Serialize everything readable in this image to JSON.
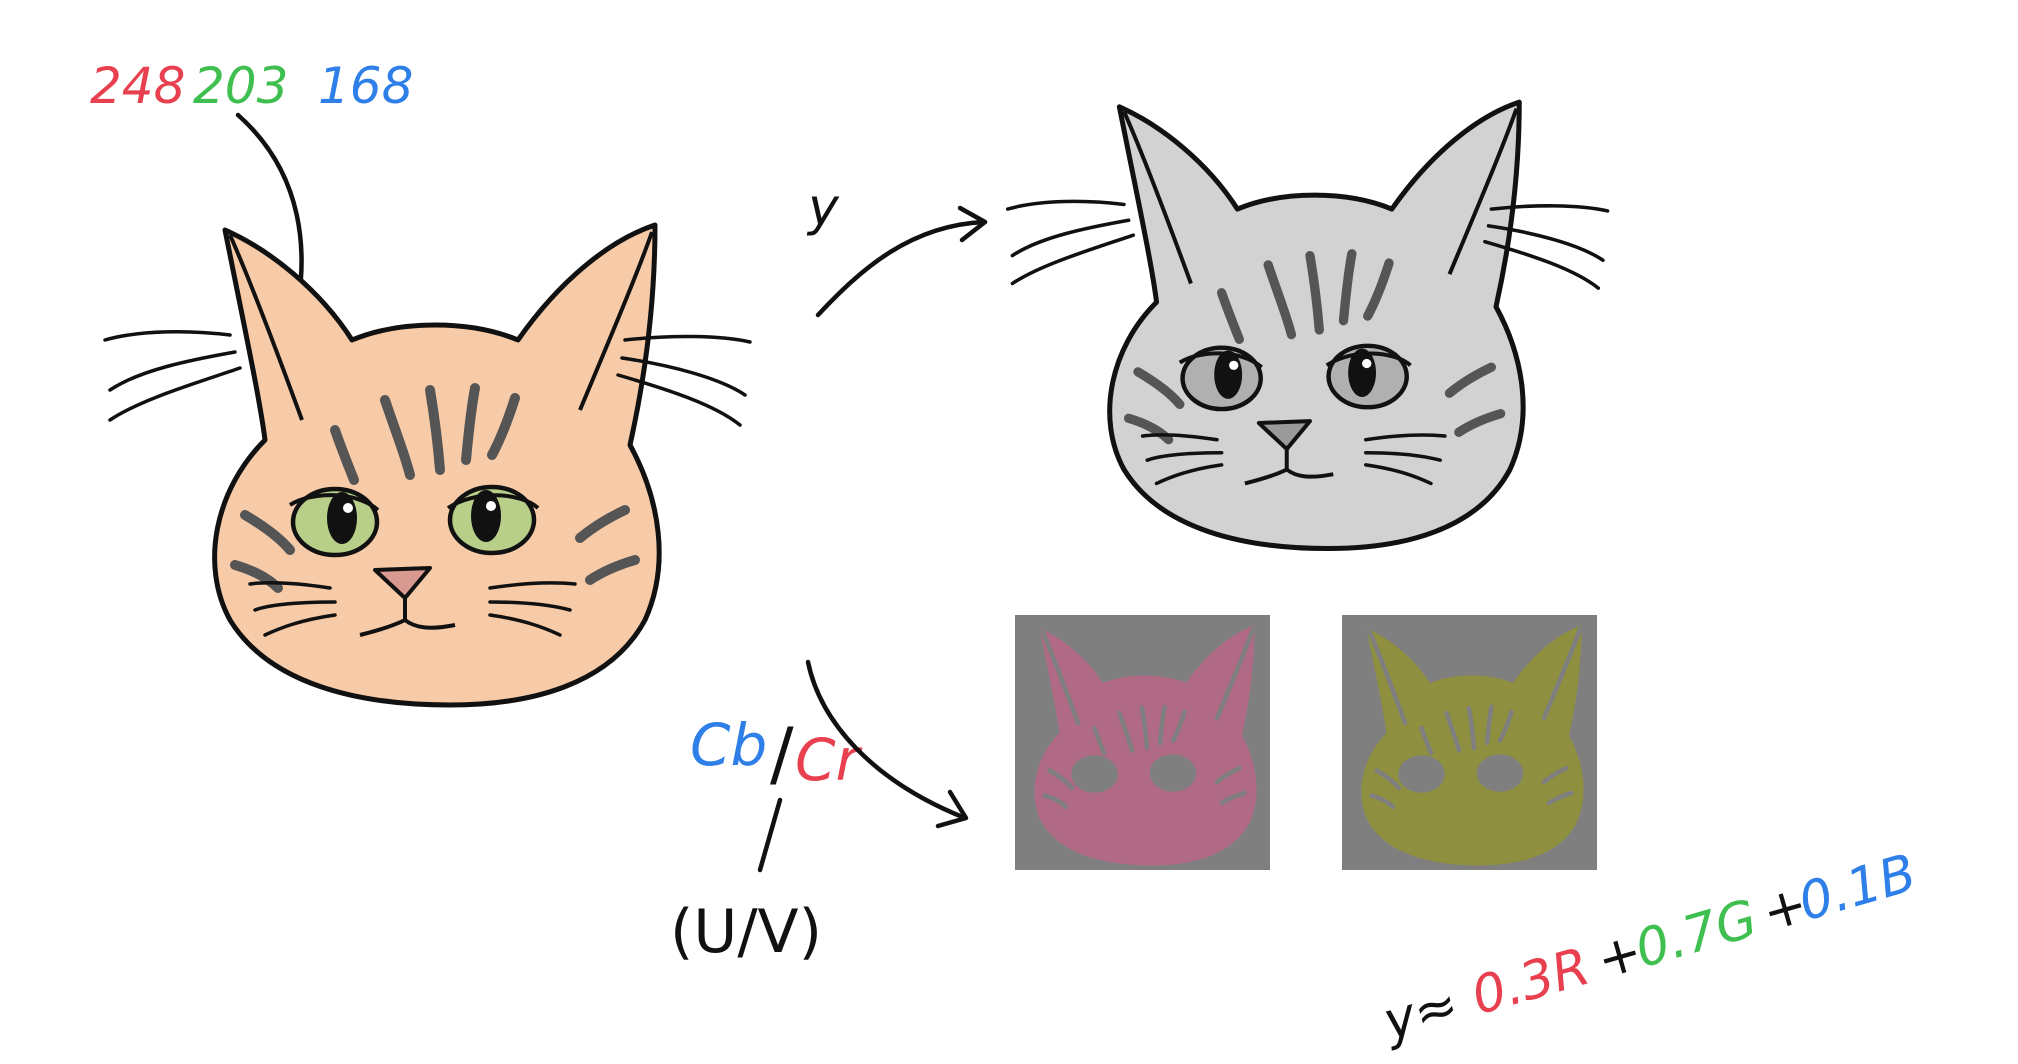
{
  "rgb_values": {
    "r": "248",
    "g": "203",
    "b": "168",
    "r_color": "#e8404f",
    "g_color": "#3fbf4f",
    "b_color": "#2f7fe8"
  },
  "arrow_luma_label": "y",
  "chroma_label": {
    "cb": "Cb",
    "slash": "/",
    "cr": "Cr",
    "uv": "(U/V)"
  },
  "formula": {
    "lhs": "y≈",
    "r_term": "0.3R",
    "plus1": "+",
    "g_term": "0.7G",
    "plus2": "+",
    "b_term": "0.1B"
  },
  "colors": {
    "cat_fill": "#f8cba8",
    "cat_eye": "#b8cf8a",
    "cat_nose": "#d89a90",
    "gray_fill": "#d2d2d2",
    "gray_eye": "#b0b0b0",
    "gray_nose": "#9a9a9a",
    "chroma_bg": "#7f7f7f",
    "cr_cat": "#b06a86",
    "cb_cat": "#8e9040",
    "stroke": "#111111"
  }
}
